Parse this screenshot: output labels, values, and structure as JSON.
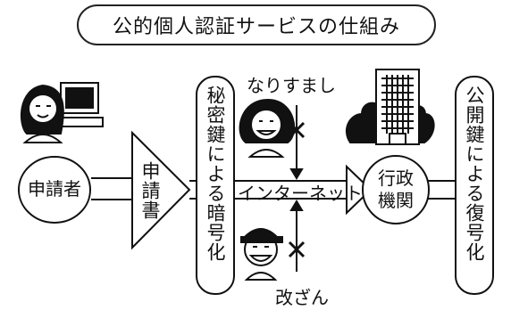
{
  "title": "公的個人認証サービスの仕組み",
  "applicant": "申請者",
  "application": "申請書",
  "encrypt": "秘密鍵による暗号化",
  "internet": "インターネット",
  "agency": "行政機関",
  "decrypt": "公開鍵による復号化",
  "spoofing": "なりすまし",
  "tampering": "改ざん",
  "icons": [
    "person-icon",
    "computer-icon",
    "woman-icon",
    "man-cap-icon",
    "building-icon",
    "tree-icon",
    "x-mark-icon"
  ]
}
